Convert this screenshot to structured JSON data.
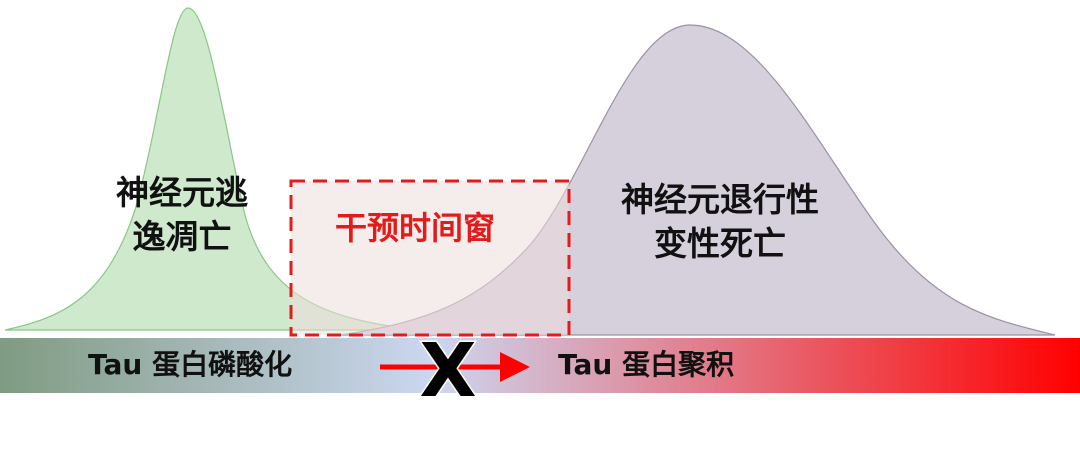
{
  "curves": {
    "apoptosis": {
      "label_lines": [
        "神经元逃",
        "逸凋亡"
      ],
      "fill": "#cfe9cd",
      "stroke": "#8bc685"
    },
    "degeneration": {
      "label_lines": [
        "神经元退行性",
        "变性死亡"
      ],
      "fill": "#d6cfdc",
      "stroke": "#9a93a0"
    }
  },
  "window": {
    "label": "干预时间窗",
    "color": "#e21b1b",
    "fill": "#ecdcdd"
  },
  "bar": {
    "left_label": "Tau 蛋白磷酸化",
    "right_label": "Tau 蛋白聚积",
    "blocked_symbol": "X",
    "gradient": [
      "#7f9b82",
      "#ccd7f0",
      "#ff0000"
    ],
    "arrow_color": "#ff0000"
  }
}
